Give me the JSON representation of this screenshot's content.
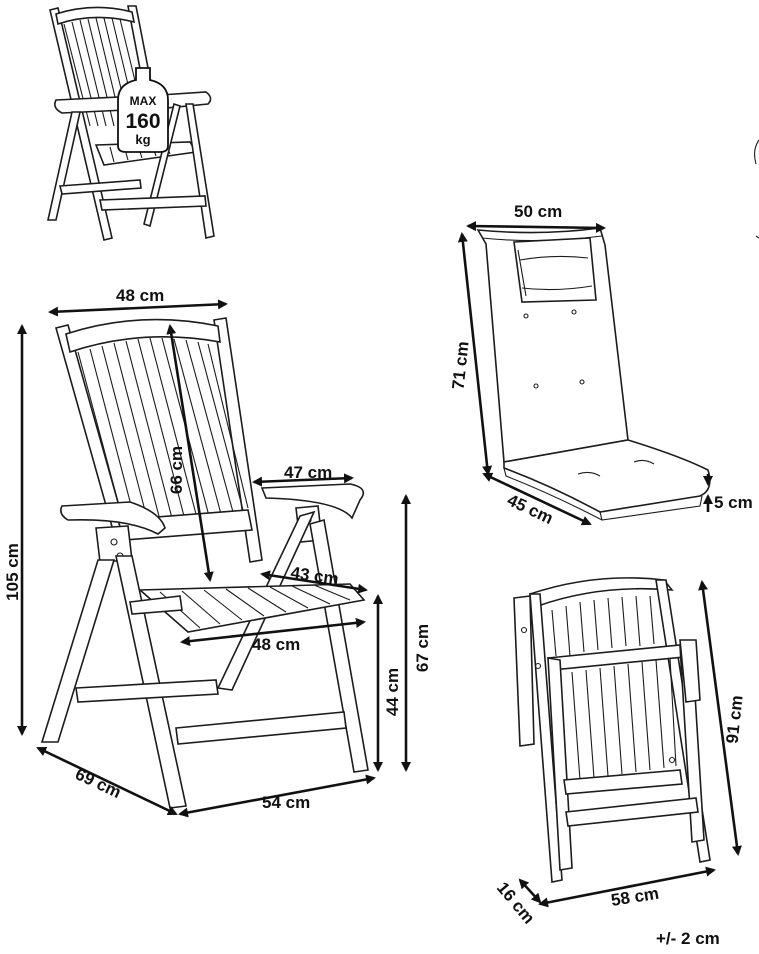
{
  "badge": {
    "line1": "MAX",
    "line2": "160",
    "line3": "kg"
  },
  "chair_dims": {
    "top_width": "48 cm",
    "total_height": "105 cm",
    "back_height": "66 cm",
    "armrest_length": "47 cm",
    "seat_depth": "43 cm",
    "seat_width": "48 cm",
    "arm_height": "67 cm",
    "seat_height": "44 cm",
    "depth": "69 cm",
    "width": "54 cm"
  },
  "cushion_dims": {
    "width": "50 cm",
    "height": "71 cm",
    "depth": "45 cm",
    "thickness": "5 cm"
  },
  "folded_dims": {
    "height": "91 cm",
    "width": "58 cm",
    "thickness": "16 cm"
  },
  "tolerance": "+/- 2 cm"
}
